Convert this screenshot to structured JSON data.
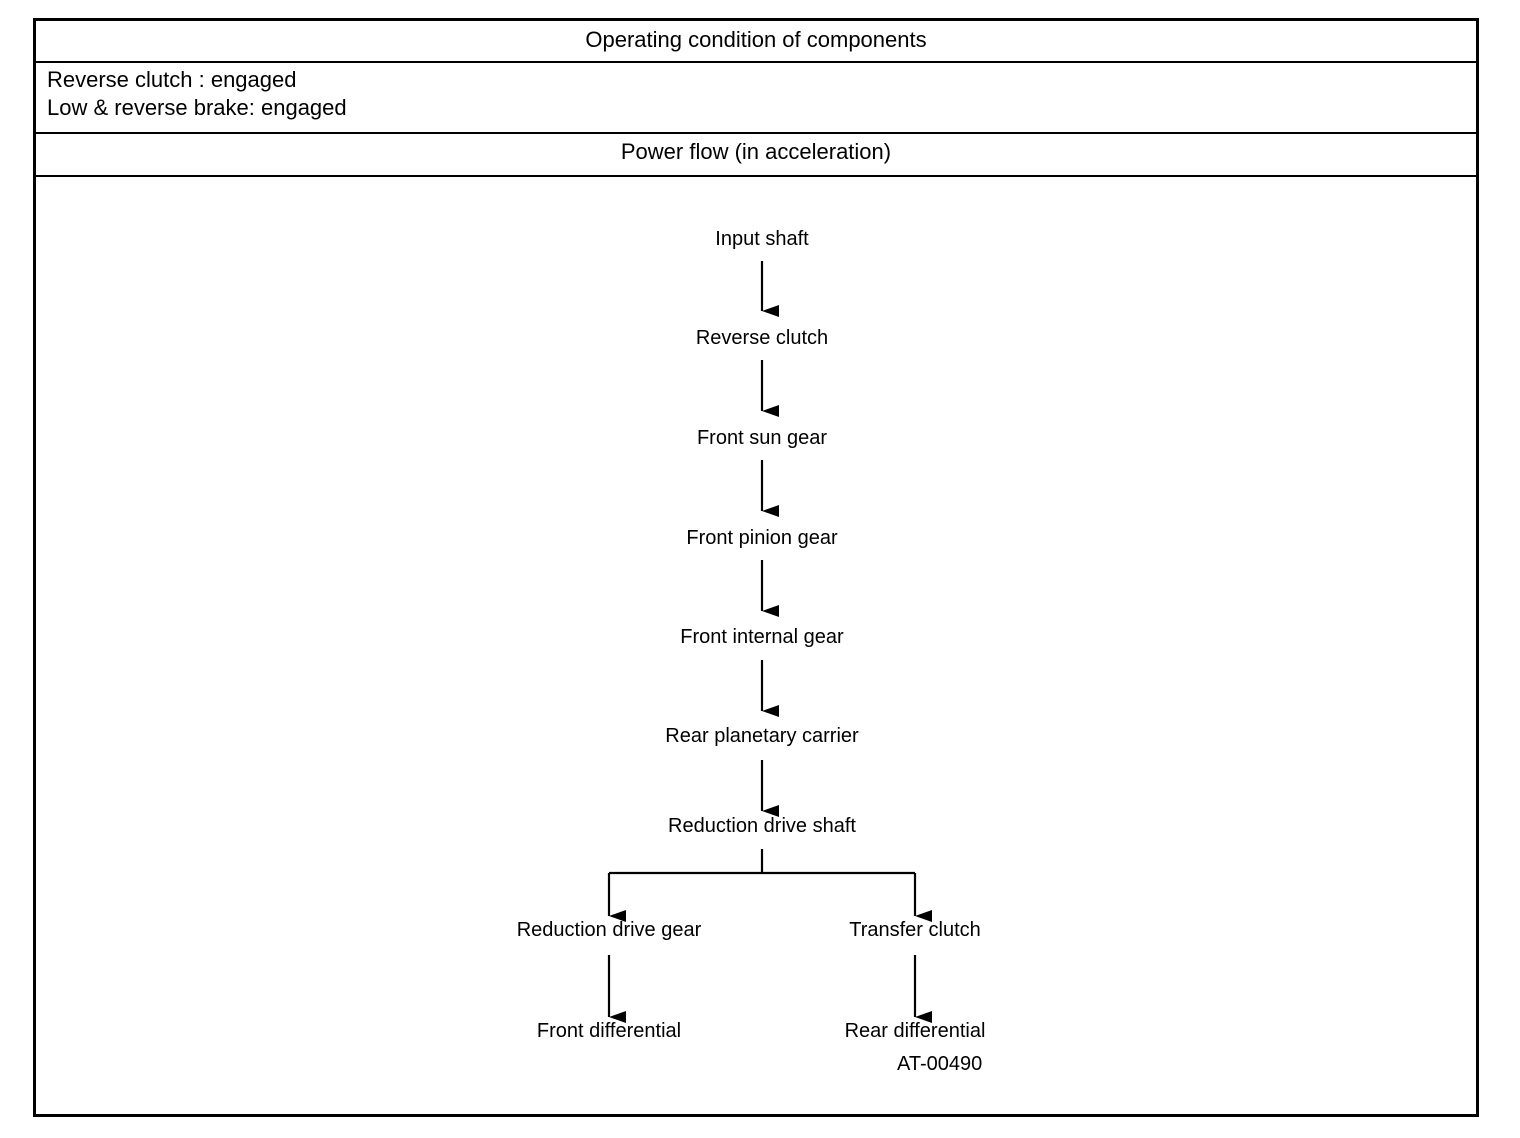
{
  "header": {
    "title": "Operating condition of components"
  },
  "conditions": [
    "Reverse clutch : engaged",
    "Low & reverse brake: engaged"
  ],
  "power_flow": {
    "title": "Power flow (in acceleration)",
    "chain": [
      "Input shaft",
      "Reverse clutch",
      "Front sun gear",
      "Front pinion gear",
      "Front internal gear",
      "Rear planetary carrier",
      "Reduction drive shaft"
    ],
    "branch_left": [
      "Reduction drive gear",
      "Front differential"
    ],
    "branch_right": [
      "Transfer clutch",
      "Rear differential"
    ]
  },
  "figure_code": "AT-00490"
}
